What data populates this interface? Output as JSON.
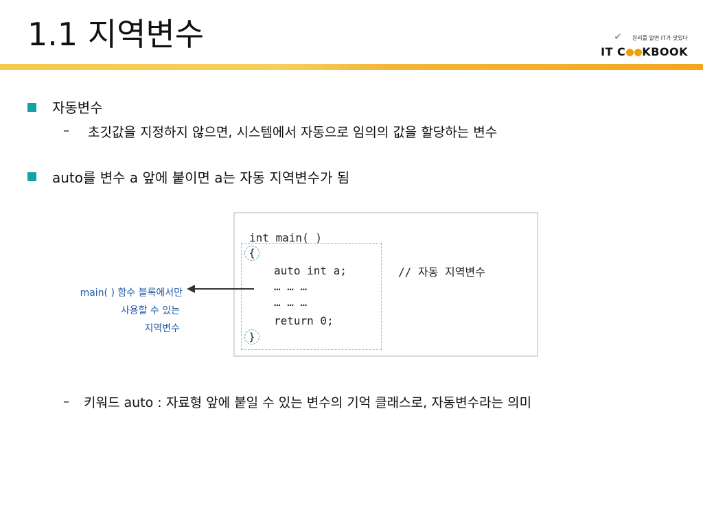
{
  "slide": {
    "title": "1.1  지역변수",
    "logo": {
      "tagline": "원리를 알면 IT가 맛있다",
      "brand_pre": "IT C",
      "brand_post": "KBOOK"
    },
    "bullets": [
      {
        "text": "자동변수",
        "sub": "초깃값을 지정하지 않으면, 시스템에서 자동으로 임의의 값을 할당하는 변수"
      },
      {
        "text": "auto를 변수 a 앞에 붙이면 a는 자동 지역변수가 됨"
      }
    ],
    "figure": {
      "code": {
        "line1": "int main( )",
        "open_brace": "{",
        "line2": "auto int a;",
        "comment": "// 자동 지역변수",
        "line3": "… … …",
        "line4": "… … …",
        "line5": "return 0;",
        "close_brace": "}"
      },
      "annotation": [
        "main( ) 함수 블록에서만",
        "사용할 수 있는",
        "지역변수"
      ]
    },
    "footer_dash": "–",
    "footer_item": "키워드 auto :  자료형 앞에 붙일 수 있는 변수의 기억 클래스로, 자동변수라는 의미"
  },
  "colors": {
    "stripe": "#f4a71c",
    "bullet": "#14a3a3",
    "annotation": "#1f5aa6"
  }
}
